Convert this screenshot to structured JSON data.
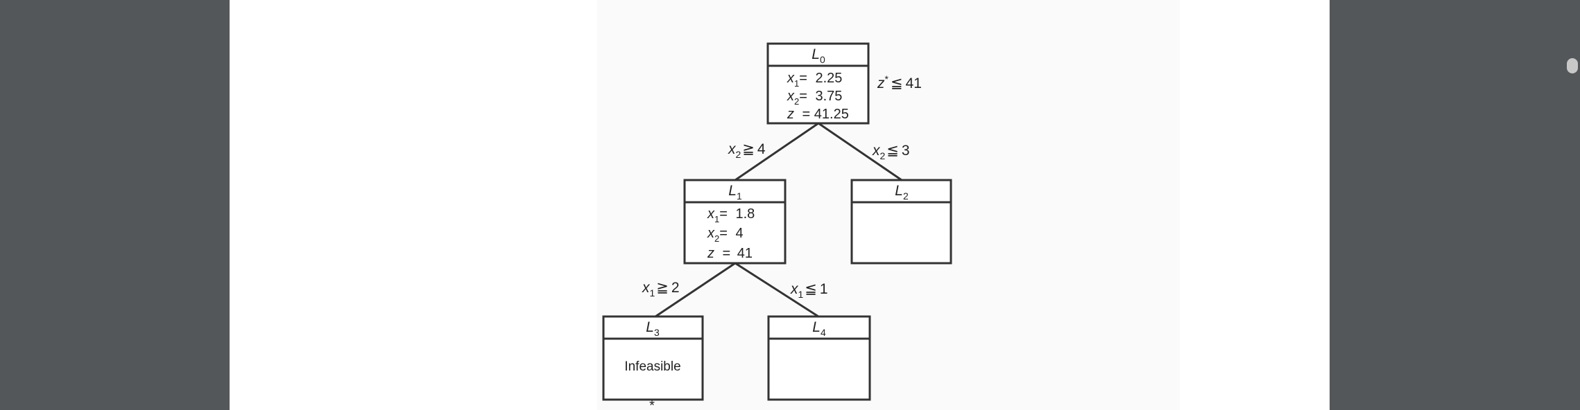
{
  "nodes": {
    "L0": {
      "label": "L",
      "sub": "0",
      "rows": [
        {
          "var": "x",
          "sub": "1",
          "eq": "= ",
          "val": "2.25"
        },
        {
          "var": "x",
          "sub": "2",
          "eq": "= ",
          "val": "3.75"
        },
        {
          "var": "z",
          "sub": "",
          "eq": " = ",
          "val": "41.25"
        }
      ]
    },
    "L1": {
      "label": "L",
      "sub": "1",
      "rows": [
        {
          "var": "x",
          "sub": "1",
          "eq": "= ",
          "val": "1.8"
        },
        {
          "var": "x",
          "sub": "2",
          "eq": "= ",
          "val": "4"
        },
        {
          "var": "z",
          "sub": "",
          "eq": " = ",
          "val": "41"
        }
      ]
    },
    "L2": {
      "label": "L",
      "sub": "2"
    },
    "L3": {
      "label": "L",
      "sub": "3",
      "status": "Infeasible"
    },
    "L4": {
      "label": "L",
      "sub": "4"
    }
  },
  "bound": {
    "var": "z",
    "sup": "*",
    "op": "≦",
    "val": "41"
  },
  "branches": {
    "L0_L1": {
      "var": "x",
      "sub": "2",
      "op": "≧",
      "val": "4"
    },
    "L0_L2": {
      "var": "x",
      "sub": "2",
      "op": "≦",
      "val": "3"
    },
    "L1_L3": {
      "var": "x",
      "sub": "1",
      "op": "≧",
      "val": "2"
    },
    "L1_L4": {
      "var": "x",
      "sub": "1",
      "op": "≦",
      "val": "1"
    }
  },
  "footnote_mark": "*"
}
